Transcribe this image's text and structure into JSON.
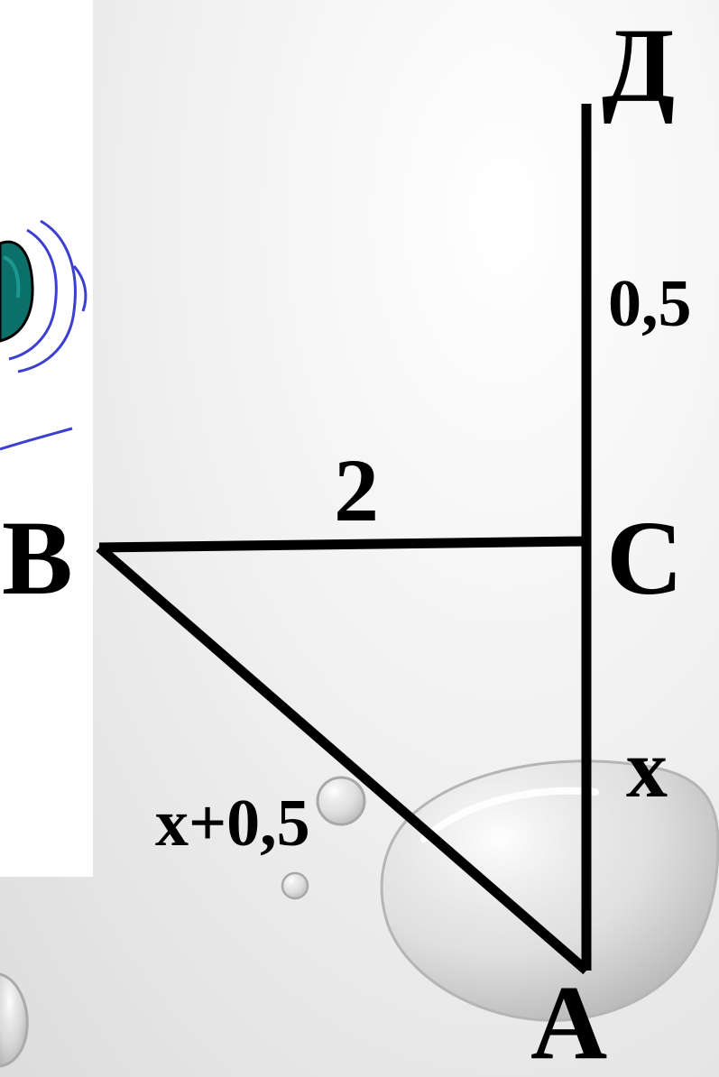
{
  "points": {
    "D": "Д",
    "C": "C",
    "B": "B",
    "A": "A"
  },
  "segments": {
    "DC": "0,5",
    "BC": "2",
    "CA": "x",
    "AB": "x+0,5"
  },
  "colors": {
    "line": "#000000",
    "logo_teal": "#0b6f6a",
    "logo_blue": "#3d3fd1"
  },
  "icons": {
    "logo": "eye-logo-icon"
  }
}
